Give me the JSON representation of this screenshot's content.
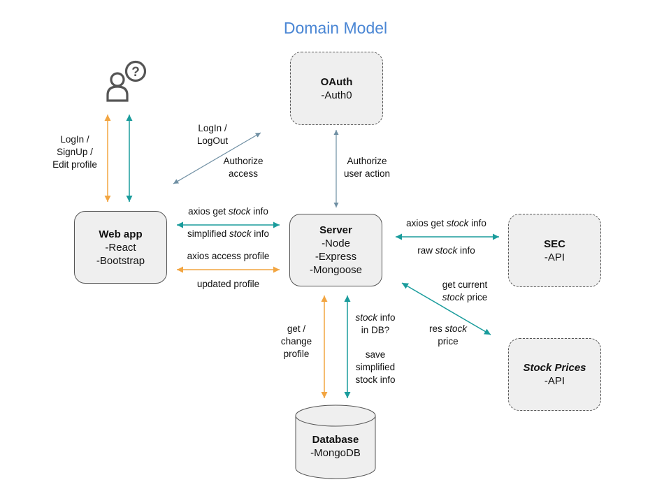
{
  "title": "Domain Model",
  "colors": {
    "title": "#4a86d4",
    "orange": "#f2a541",
    "teal": "#1a9c9c",
    "steel": "#6f8fa3"
  },
  "nodes": {
    "oauth": {
      "name": "OAuth",
      "lines": [
        "-Auth0"
      ]
    },
    "webapp": {
      "name": "Web app",
      "lines": [
        "-React",
        "-Bootstrap"
      ]
    },
    "server": {
      "name": "Server",
      "lines": [
        "-Node",
        "-Express",
        "-Mongoose"
      ]
    },
    "sec": {
      "name": "SEC",
      "lines": [
        "-API"
      ]
    },
    "stock": {
      "name": "Stock Prices",
      "lines": [
        "-API"
      ]
    },
    "database": {
      "name": "Database",
      "lines": [
        "-MongoDB"
      ]
    }
  },
  "user_icon": "user-question-icon",
  "labels": {
    "login_signup": [
      "LogIn /",
      "SignUp /",
      "Edit profile"
    ],
    "login_logout": [
      "LogIn /",
      "LogOut"
    ],
    "authorize_access": [
      "Authorize",
      "access"
    ],
    "authorize_user_action": [
      "Authorize",
      "user action"
    ],
    "axios_get_stock_web": {
      "pre": "axios get ",
      "em": "stock",
      "post": " info"
    },
    "simplified_stock_web": {
      "pre": "simplified ",
      "em": "stock",
      "post": " info"
    },
    "axios_access_profile": "axios access profile",
    "updated_profile": "updated profile",
    "axios_get_stock_sec": {
      "pre": "axios get ",
      "em": "stock",
      "post": " info"
    },
    "raw_stock": {
      "pre": "raw ",
      "em": "stock",
      "post": " info"
    },
    "get_current_1": "get current",
    "get_current_2": {
      "em": "stock",
      "post": " price"
    },
    "res_stock_1": {
      "pre": "res ",
      "em": "stock"
    },
    "res_stock_2": "price",
    "get_change": [
      "get /",
      "change",
      "profile"
    ],
    "stock_in_db_1": {
      "em": "stock",
      "post": " info"
    },
    "stock_in_db_2": "in DB?",
    "save_simplified": [
      "save",
      "simplified",
      "stock info"
    ]
  }
}
